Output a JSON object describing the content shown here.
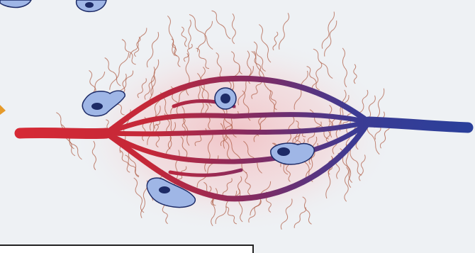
{
  "figure": {
    "subject": "capillary-bed-illustration",
    "colors": {
      "background": "#eef1f4",
      "arterial": "#d62a35",
      "venous": "#2a3f9a",
      "connective_fibers": "#b0604a",
      "tissue_glow": "#f2b5b8",
      "cell_body": "#9fb6e6",
      "cell_nucleus": "#1c2a66"
    },
    "components": [
      "arteriole",
      "capillary-network",
      "venule",
      "connective-fibers",
      "wandering-cells"
    ]
  }
}
